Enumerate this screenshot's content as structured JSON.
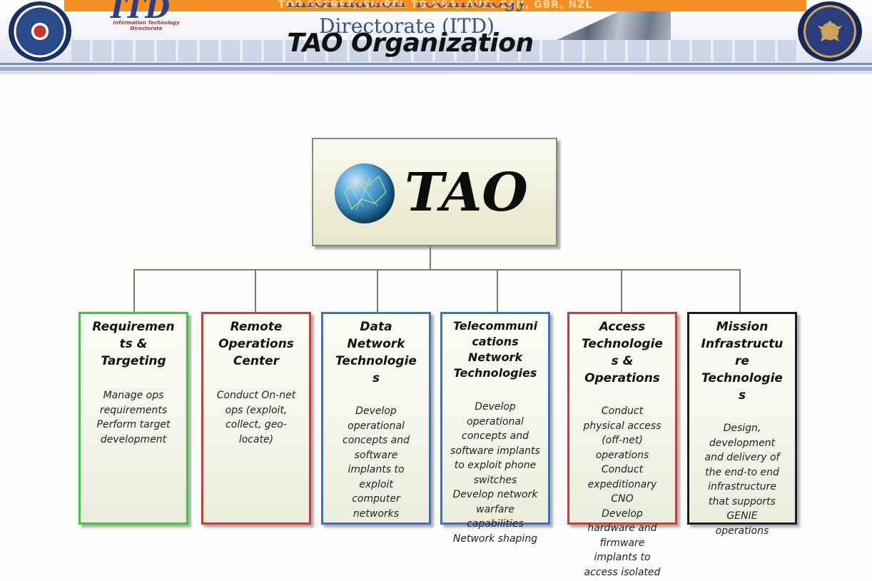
{
  "header": {
    "classification": "TOP SECRET//SI//REL TO USA, AUS, CAN, GBR, NZL",
    "itd_logo_letters": "ITD",
    "itd_logo_subtitle": "Information Technology Directorate",
    "directorate_line1": "Information Technology",
    "directorate_line2": "Directorate (ITD)",
    "title": "TAO Organization"
  },
  "root": {
    "label": "TAO"
  },
  "cards": [
    {
      "title": "Requiremen\nts &\nTargeting",
      "desc": "Manage ops\nrequirements\nPerform target\ndevelopment",
      "color": "#3cc83c"
    },
    {
      "title": "Remote\nOperations\nCenter",
      "desc": "Conduct On-net\nops (exploit,\ncollect, geo-\nlocate)",
      "color": "#d23a33"
    },
    {
      "title": "Data\nNetwork\nTechnologie\ns",
      "desc": "Develop\noperational\nconcepts and\nsoftware\nimplants to\nexploit\ncomputer\nnetworks",
      "color": "#3f6fc9"
    },
    {
      "title": "Telecommuni\ncations\nNetwork\nTechnologies",
      "desc": "Develop\noperational\nconcepts and\nsoftware implants\nto exploit phone\nswitches\nDevelop network\nwarfare\ncapabilities\nNetwork shaping",
      "color": "#3f6fc9"
    },
    {
      "title": "Access\nTechnologie\ns &\nOperations",
      "desc": "Conduct\nphysical access\n(off-net)\noperations\nConduct\nexpeditionary\nCNO\nDevelop\nhardware and\nfirmware\nimplants to\naccess isolated",
      "color": "#d23a33"
    },
    {
      "title": "Mission\nInfrastructu\nre\nTechnologie\ns",
      "desc": "Design,\ndevelopment\nand delivery of\nthe end-to end\ninfrastructure\nthat supports\nGENIE\noperations",
      "color": "#1b1b2a"
    }
  ]
}
